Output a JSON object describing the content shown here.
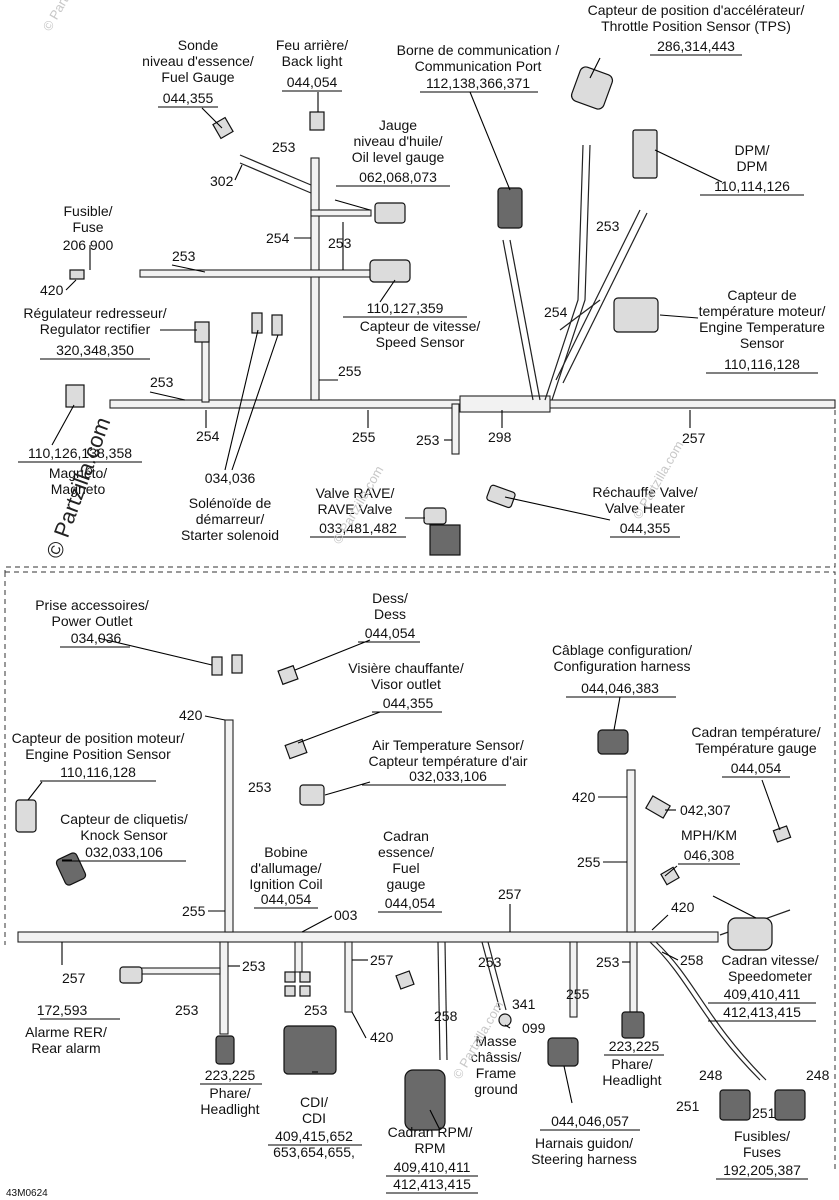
{
  "watermark": {
    "text": "© Partzilla.com"
  },
  "figure_code": "43M0624",
  "upper_section": {
    "components": [
      {
        "id": "fuel-gauge-sender",
        "lines": [
          "Sonde",
          "niveau d'essence/",
          "Fuel Gauge"
        ],
        "parts": "044,355"
      },
      {
        "id": "back-light",
        "lines": [
          "Feu arrière/",
          "Back light"
        ],
        "parts": "044,054"
      },
      {
        "id": "communication-port",
        "lines": [
          "Borne de communication /",
          "Communication Port"
        ],
        "parts": "112,138,366,371"
      },
      {
        "id": "throttle-position-sensor",
        "lines": [
          "Capteur de position d'accélérateur/",
          "Throttle Position Sensor (TPS)"
        ],
        "parts": "286,314,443"
      },
      {
        "id": "oil-level-gauge",
        "lines": [
          "Jauge",
          "niveau d'huile/",
          "Oil level gauge"
        ],
        "parts": "062,068,073"
      },
      {
        "id": "dpm",
        "lines": [
          "DPM/",
          "DPM"
        ],
        "parts": "110,114,126"
      },
      {
        "id": "fuse",
        "lines": [
          "Fusible/",
          "Fuse"
        ],
        "parts": "206 900"
      },
      {
        "id": "speed-sensor",
        "lines": [
          "Capteur de vitesse/",
          "Speed Sensor"
        ],
        "parts": "110,127,359"
      },
      {
        "id": "engine-temperature-sensor",
        "lines": [
          "Capteur de",
          "température moteur/",
          "Engine Temperature",
          "Sensor"
        ],
        "parts": "110,116,128"
      },
      {
        "id": "regulator-rectifier",
        "lines": [
          "Régulateur redresseur/",
          "Regulator rectifier"
        ],
        "parts": "320,348,350"
      },
      {
        "id": "magneto",
        "lines": [
          "Magnéto/",
          "Magneto"
        ],
        "parts": "110,126,138,358"
      },
      {
        "id": "starter-solenoid",
        "lines": [
          "Solénoïde de",
          "démarreur/",
          "Starter solenoid"
        ],
        "parts": "034,036"
      },
      {
        "id": "rave-valve",
        "lines": [
          "Valve RAVE/",
          "RAVE Valve"
        ],
        "parts": "033,481,482"
      },
      {
        "id": "valve-heater",
        "lines": [
          "Réchauffe Valve/",
          "Valve Heater"
        ],
        "parts": "044,355"
      }
    ],
    "callouts": [
      "253",
      "302",
      "254",
      "253",
      "253",
      "420",
      "253",
      "254",
      "255",
      "255",
      "253",
      "298",
      "257",
      "253",
      "254"
    ]
  },
  "lower_section": {
    "components": [
      {
        "id": "power-outlet",
        "lines": [
          "Prise accessoires/",
          "Power Outlet"
        ],
        "parts": "034,036"
      },
      {
        "id": "dess",
        "lines": [
          "Dess/",
          "Dess"
        ],
        "parts": "044,054"
      },
      {
        "id": "visor-outlet",
        "lines": [
          "Visière chauffante/",
          "Visor outlet"
        ],
        "parts": "044,355"
      },
      {
        "id": "configuration-harness",
        "lines": [
          "Câblage configuration/",
          "Configuration harness"
        ],
        "parts": "044,046,383"
      },
      {
        "id": "engine-position-sensor",
        "lines": [
          "Capteur de position moteur/",
          "Engine Position Sensor"
        ],
        "parts": "110,116,128"
      },
      {
        "id": "air-temperature-sensor",
        "lines": [
          "Air Temperature Sensor/",
          "Capteur température d'air"
        ],
        "parts": "032,033,106"
      },
      {
        "id": "temperature-gauge",
        "lines": [
          "Cadran température/",
          "Température gauge"
        ],
        "parts": "044,054"
      },
      {
        "id": "knock-sensor",
        "lines": [
          "Capteur de cliquetis/",
          "Knock Sensor"
        ],
        "parts": "032,033,106"
      },
      {
        "id": "ignition-coil",
        "lines": [
          "Bobine",
          "d'allumage/",
          "Ignition Coil"
        ],
        "parts": "044,054"
      },
      {
        "id": "fuel-gauge",
        "lines": [
          "Cadran",
          "essence/",
          "Fuel",
          "gauge"
        ],
        "parts": "044,054"
      },
      {
        "id": "mph-km",
        "lines": [
          "MPH/KM"
        ],
        "parts": "046,308"
      },
      {
        "id": "speedometer",
        "lines": [
          "Cadran vitesse/",
          "Speedometer"
        ],
        "parts": "409,410,411 412,413,415"
      },
      {
        "id": "rear-alarm",
        "lines": [
          "Alarme RER/",
          "Rear alarm"
        ],
        "parts": "172,593"
      },
      {
        "id": "headlight-left",
        "lines": [
          "Phare/",
          "Headlight"
        ],
        "parts": "223,225"
      },
      {
        "id": "cdi",
        "lines": [
          "CDI/",
          "CDI"
        ],
        "parts": "409,415,652 653,654,655,"
      },
      {
        "id": "rpm-gauge",
        "lines": [
          "Cadran RPM/",
          "RPM"
        ],
        "parts": "409,410,411 412,413,415"
      },
      {
        "id": "frame-ground",
        "lines": [
          "Masse",
          "châssis/",
          "Frame",
          "ground"
        ],
        "parts": ""
      },
      {
        "id": "steering-harness",
        "lines": [
          "Harnais guidon/",
          "Steering harness"
        ],
        "parts": "044,046,057"
      },
      {
        "id": "headlight-right",
        "lines": [
          "Phare/",
          "Headlight"
        ],
        "parts": "223,225"
      },
      {
        "id": "fuses",
        "lines": [
          "Fusibles/",
          "Fuses"
        ],
        "parts": "192,205,387"
      }
    ],
    "callouts": [
      "420",
      "253",
      "420",
      "042,307",
      "255",
      "420",
      "257",
      "255",
      "003",
      "253",
      "257",
      "253",
      "253",
      "258",
      "258",
      "257",
      "253",
      "341",
      "099",
      "253",
      "255",
      "248",
      "248",
      "251",
      "251",
      "420"
    ]
  }
}
